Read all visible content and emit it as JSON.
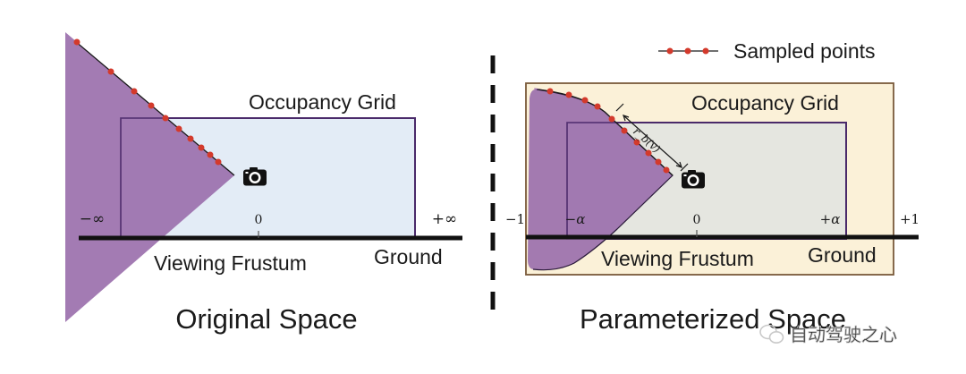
{
  "left_panel": {
    "caption": "Original Space",
    "grid_label": "Occupancy Grid",
    "frustum_label": "Viewing Frustum",
    "ground_label": "Ground",
    "ticks": [
      "−∞",
      "0",
      "+∞"
    ]
  },
  "right_panel": {
    "caption": "Parameterized Space",
    "grid_label": "Occupancy Grid",
    "frustum_label": "Viewing Frustum",
    "ground_label": "Ground",
    "ticks": [
      "−1",
      "−α",
      "0",
      "+α",
      "+1"
    ],
    "distance_label": "r_b(v)",
    "legend_label": "Sampled points"
  },
  "watermark": "自动驾驶之心",
  "icons": [
    "camera-icon",
    "wechat-logo-icon"
  ],
  "colors": {
    "frustum": "#9b70ad",
    "grid_left": "#e3ecf6",
    "outer_right": "#fbf1d8",
    "inner_right": "#e5e6e0",
    "sample": "#d33a2c",
    "grid_outline": "#4a2a6a"
  }
}
